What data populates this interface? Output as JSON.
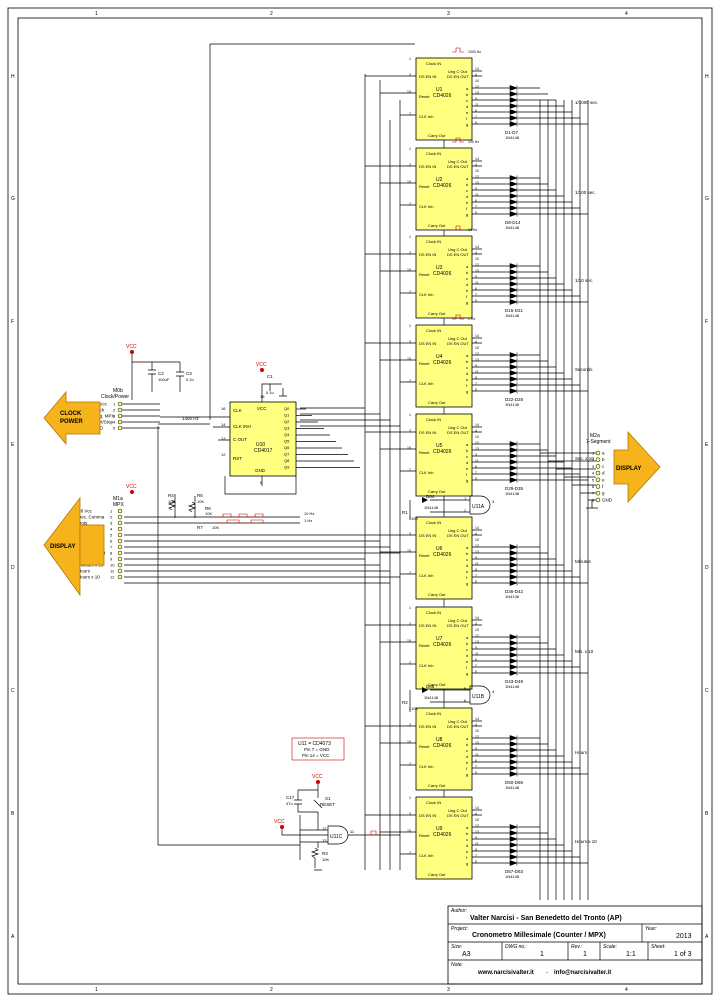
{
  "grid": {
    "columns": [
      "1",
      "2",
      "3",
      "4"
    ],
    "rows": [
      "H",
      "G",
      "F",
      "E",
      "D",
      "C",
      "B",
      "A"
    ]
  },
  "counters": [
    {
      "ref": "U1",
      "part": "CD4026",
      "diodes": "D1-D7",
      "dtype": "1N4148",
      "label": "1/1000 sec.",
      "clock": "1000 Hz"
    },
    {
      "ref": "U2",
      "part": "CD4026",
      "diodes": "D8-D14",
      "dtype": "1N4148",
      "label": "1/100 sec.",
      "clock": "100 Hz"
    },
    {
      "ref": "U3",
      "part": "CD4026",
      "diodes": "D15-D21",
      "dtype": "1N4148",
      "label": "1/10 sec.",
      "clock": "10 Hz"
    },
    {
      "ref": "U4",
      "part": "CD4026",
      "diodes": "D22-D28",
      "dtype": "1N4148",
      "label": "Seconds",
      "clock": "1 Hz"
    },
    {
      "ref": "U5",
      "part": "CD4026",
      "diodes": "D29-D35",
      "dtype": "1N4148",
      "label": "Sec. x 10",
      "clock": ""
    },
    {
      "ref": "U6",
      "part": "CD4026",
      "diodes": "D36-D42",
      "dtype": "1N4148",
      "label": "Minutes",
      "clock": ""
    },
    {
      "ref": "U7",
      "part": "CD4026",
      "diodes": "D43-D49",
      "dtype": "1N4148",
      "label": "Min. x 10",
      "clock": ""
    },
    {
      "ref": "U8",
      "part": "CD4026",
      "diodes": "D50-D56",
      "dtype": "1N4148",
      "label": "Hours",
      "clock": ""
    },
    {
      "ref": "U9",
      "part": "CD4026",
      "diodes": "D57-D63",
      "dtype": "1N4148",
      "label": "Hours x 10",
      "clock": ""
    }
  ],
  "pins": {
    "clock_in": "Clock IN",
    "ds_en_in": "DS EN IN",
    "ds_en_out": "DS EN OUT",
    "ung_c_out": "Ung C Out",
    "reset": "Reset",
    "clk_inh": "CLK Inh",
    "carry_out": "Carry Out",
    "segments": [
      "a",
      "b",
      "c",
      "d",
      "e",
      "f",
      "g"
    ],
    "numbers_left": [
      "1",
      "3",
      "15",
      "2"
    ],
    "numbers_right": [
      "14",
      "4",
      "10",
      "12",
      "13",
      "9",
      "11",
      "6",
      "7",
      "5"
    ]
  },
  "u10": {
    "ref": "U10",
    "part": "CD4017",
    "vcc": "VCC",
    "clk": "CLK",
    "clk_inh": "CLK INH",
    "c_out": "C OUT",
    "rst": "RST",
    "gnd": "GND",
    "outputs": [
      "Q0",
      "Q1",
      "Q2",
      "Q3",
      "Q4",
      "Q5",
      "Q6",
      "Q7",
      "Q8",
      "Q9"
    ],
    "pin_numbers": [
      "16",
      "14",
      "13",
      "12",
      "15",
      "8"
    ],
    "freq": "1400 Hz"
  },
  "c1": {
    "ref": "C1",
    "value": "0.1u"
  },
  "vcc_label": "VCC",
  "m0b": {
    "title": "M0b",
    "subtitle": "Clock/Power",
    "pins": [
      {
        "n": "1",
        "l": "+8 Vcc"
      },
      {
        "n": "2",
        "l": "Clock"
      },
      {
        "n": "3",
        "l": "Freq. MPX"
      },
      {
        "n": "4",
        "l": "Start/Stop"
      },
      {
        "n": "5",
        "l": "GND"
      }
    ]
  },
  "m1a": {
    "title": "M1a",
    "subtitle": "MPX",
    "pins": [
      {
        "n": "1",
        "l": "+8 Vcc"
      },
      {
        "n": "2",
        "l": "Dec. Comma"
      },
      {
        "n": "3",
        "l": "Dots"
      },
      {
        "n": "4",
        "l": "1/1000 sec."
      },
      {
        "n": "5",
        "l": "1/100 sec."
      },
      {
        "n": "6",
        "l": "1/10 sec."
      },
      {
        "n": "7",
        "l": "Seconds"
      },
      {
        "n": "8",
        "l": "Seconds x 10"
      },
      {
        "n": "9",
        "l": "Minutes"
      },
      {
        "n": "10",
        "l": "Minutes x 10"
      },
      {
        "n": "11",
        "l": "Hours"
      },
      {
        "n": "12",
        "l": "Hours x 10"
      }
    ]
  },
  "m2a": {
    "title": "M2a",
    "subtitle": "7-Segment",
    "pins": [
      {
        "n": "1",
        "l": "a"
      },
      {
        "n": "2",
        "l": "b"
      },
      {
        "n": "3",
        "l": "c"
      },
      {
        "n": "4",
        "l": "d"
      },
      {
        "n": "5",
        "l": "e"
      },
      {
        "n": "6",
        "l": "f"
      },
      {
        "n": "7",
        "l": "g"
      },
      {
        "n": "8",
        "l": "GND"
      }
    ]
  },
  "caps": [
    {
      "ref": "C2",
      "value": "100uF"
    },
    {
      "ref": "C3",
      "value": "0.1u"
    },
    {
      "ref": "C17",
      "value": "47u"
    }
  ],
  "resistors": [
    {
      "ref": "R4",
      "value": "10K"
    },
    {
      "ref": "R5",
      "value": "10K"
    },
    {
      "ref": "R6",
      "value": "10K"
    },
    {
      "ref": "R7",
      "value": "10K"
    },
    {
      "ref": "R1",
      "value": "10K"
    },
    {
      "ref": "R2",
      "value": "10K"
    },
    {
      "ref": "R3",
      "value": "10K"
    }
  ],
  "freq_labels": {
    "f10": "10 Hz",
    "f1": "1 Hz"
  },
  "extra_diodes": [
    {
      "ref": "D64",
      "type": "1N4148"
    },
    {
      "ref": "D65",
      "type": "1N4148"
    }
  ],
  "gates": [
    {
      "ref": "U11A"
    },
    {
      "ref": "U11B"
    },
    {
      "ref": "U11C"
    }
  ],
  "gate_pins": [
    "12",
    "13",
    "11",
    "1",
    "2",
    "3",
    "5",
    "6",
    "4"
  ],
  "note": {
    "line1": "U11 = CD4073",
    "line2": "Pin 7 = GND",
    "line3": "Pin 14 = VCC"
  },
  "switch": {
    "ref": "S1",
    "label": "RESET"
  },
  "arrows": {
    "clock_power": [
      "CLOCK",
      "POWER"
    ],
    "display_left": "DISPLAY",
    "display_right": "DISPLAY"
  },
  "title_block": {
    "author_label": "Author:",
    "author": "Valter Narcisi - San Benedetto del Tronto (AP)",
    "project_label": "Project:",
    "project": "Cronometro Millesimale (Counter / MPX)",
    "year_label": "Year:",
    "year": "2013",
    "size_label": "Size:",
    "size": "A3",
    "dwg_label": "DWG no.:",
    "dwg": "1",
    "rev_label": "Rev.:",
    "rev": "1",
    "scale_label": "Scale:",
    "scale": "1:1",
    "sheet_label": "Sheet:",
    "sheet": "1 of 3",
    "note_label": "Note:",
    "web": "www.narcisivalter.it",
    "sep": "-",
    "email": "info@narcisivalter.it"
  }
}
